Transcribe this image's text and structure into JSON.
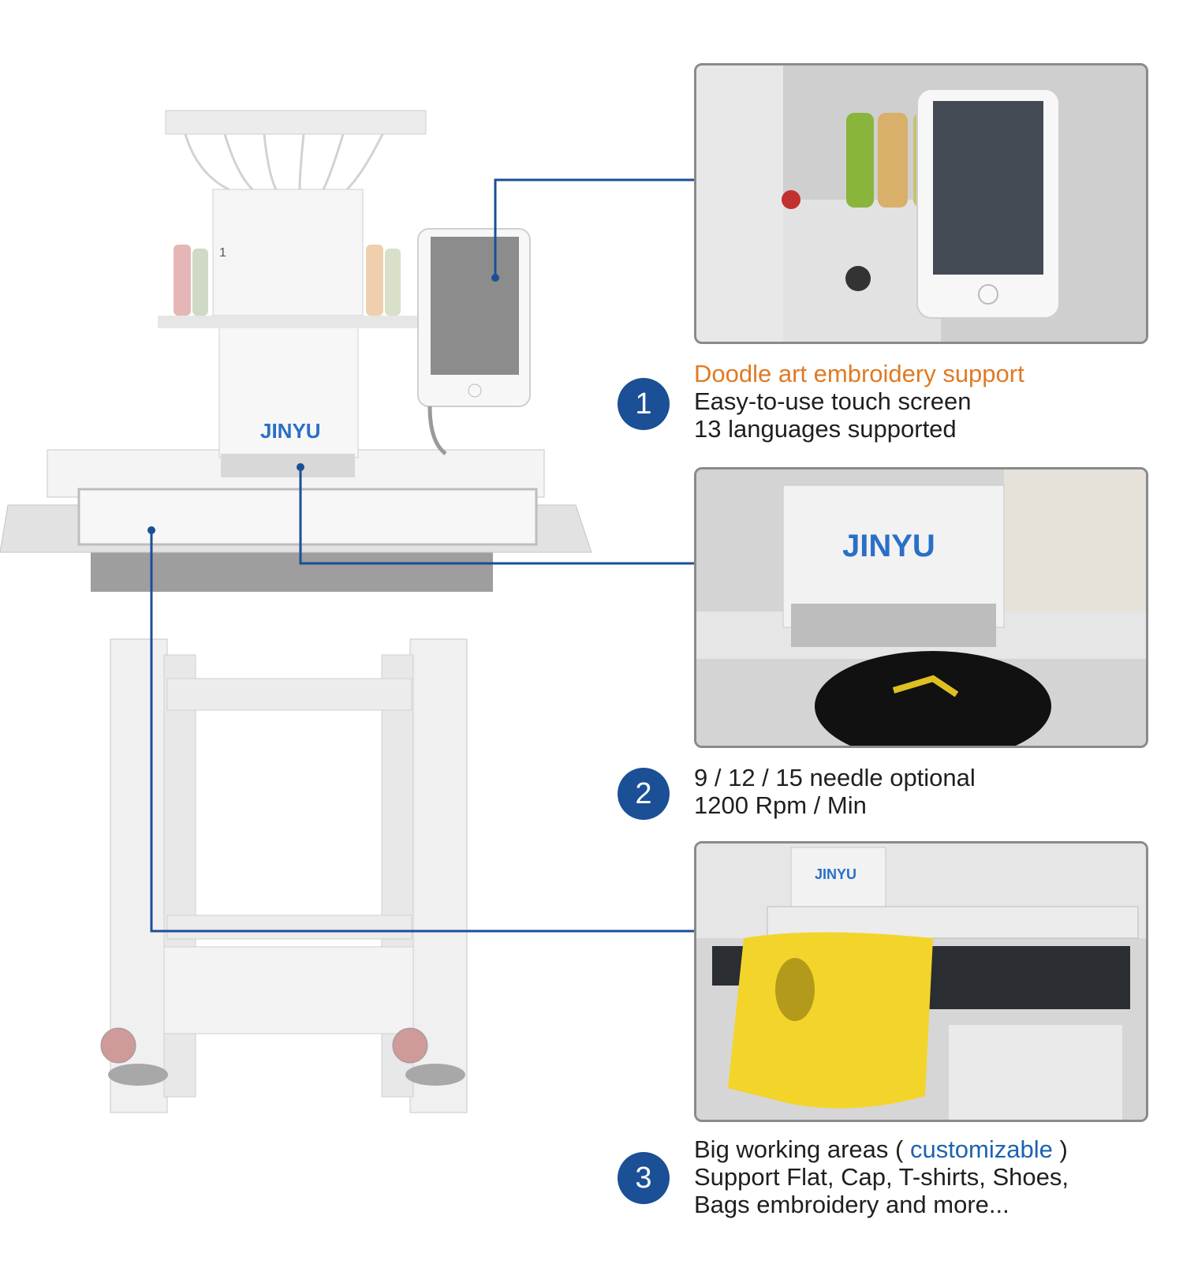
{
  "machine": {
    "brand_label": "JINYU",
    "head_number": "1"
  },
  "features": [
    {
      "number": "1",
      "highlight": "Doodle art embroidery support",
      "lines": [
        "Easy-to-use touch screen",
        "13 languages supported"
      ],
      "photo": "touch-screen-closeup"
    },
    {
      "number": "2",
      "lines": [
        "9 / 12 / 15 needle optional",
        "1200 Rpm / Min"
      ],
      "photo": "cap-embroidery-closeup"
    },
    {
      "number": "3",
      "line1_before": "Big working areas ( ",
      "line1_highlight": "customizable",
      "line1_after": " )",
      "lines": [
        "Support Flat, Cap, T-shirts, Shoes,",
        "Bags embroidery and more..."
      ],
      "photo": "tshirt-embroidery-closeup"
    }
  ],
  "photo_labels": {
    "jinyu_1": "JINYU",
    "jinyu_2": "JINYU"
  },
  "colors": {
    "badge": "#1b4f96",
    "connector": "#1b4f96",
    "highlight_orange": "#e07a24",
    "highlight_blue": "#1e62b0"
  }
}
